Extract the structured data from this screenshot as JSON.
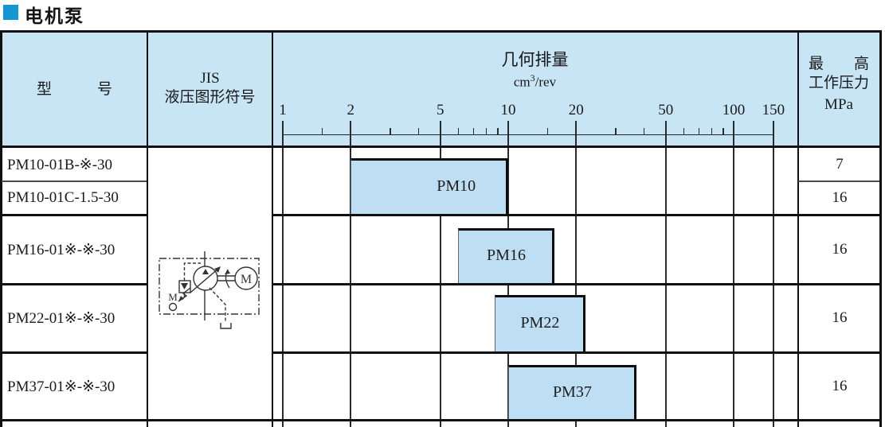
{
  "title": "电机泵",
  "header": {
    "model_label": "型　　　号",
    "jis_line1": "JIS",
    "jis_line2": "液压图形符号",
    "displacement_title": "几何排量",
    "displacement_unit": {
      "pre": "cm",
      "sup": "3",
      "post": "/rev"
    },
    "pressure_line1": "最　　高",
    "pressure_line2": "工作压力",
    "pressure_line3": "MPa"
  },
  "rows": [
    {
      "model": "PM10-01B-※-30",
      "pressure": "7"
    },
    {
      "model": "PM10-01C-1.5-30",
      "pressure": "16"
    },
    {
      "model": "PM16-01※-※-30",
      "pressure": "16"
    },
    {
      "model": "PM22-01※-※-30",
      "pressure": "16"
    },
    {
      "model": "PM37-01※-※-30",
      "pressure": "16"
    }
  ],
  "chart_data": {
    "type": "bar",
    "orientation": "horizontal-range",
    "title": "几何排量 cm³/rev",
    "x_scale": "log",
    "xlim": [
      1,
      150
    ],
    "x_ticks": [
      1,
      2,
      5,
      10,
      20,
      50,
      100,
      150
    ],
    "x_minor_ticks": [
      1.5,
      3,
      4,
      6,
      7,
      8,
      9,
      15,
      30,
      40,
      60,
      70,
      80,
      90
    ],
    "grid": true,
    "bars": [
      {
        "label": "PM10",
        "range": [
          2,
          10
        ],
        "applies_to_rows": [
          0,
          1
        ]
      },
      {
        "label": "PM16",
        "range": [
          6,
          16
        ],
        "applies_to_rows": [
          2
        ]
      },
      {
        "label": "PM22",
        "range": [
          8.7,
          22
        ],
        "applies_to_rows": [
          3
        ]
      },
      {
        "label": "PM37",
        "range": [
          10,
          37
        ],
        "applies_to_rows": [
          4
        ]
      }
    ]
  },
  "icons": {
    "jis_symbol": "jis-hydraulic-circuit-motor-pump",
    "motor_letter": "M",
    "valve_letter_m": "M"
  },
  "colors": {
    "accent_square": "#1496d3",
    "header_bg": "#c8e5f6",
    "bar_fill": "#bddef3",
    "border_dark": "#101010",
    "line_mid": "#2b2b2b",
    "text": "#1a1a1a"
  }
}
